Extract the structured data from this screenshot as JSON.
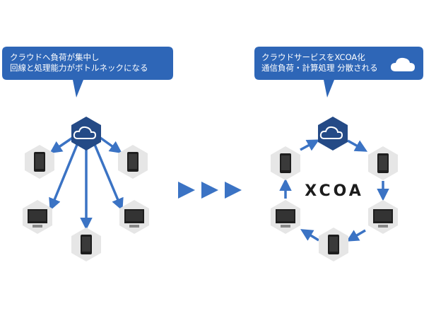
{
  "left_panel": {
    "callout_line1": "クラウドへ負荷が集中し",
    "callout_line2": "回線と処理能力がボトルネックになる"
  },
  "right_panel": {
    "callout_line1": "クラウドサービスをXCOA化",
    "callout_line2": "通信負荷・計算処理 分散される",
    "center_logo": "XCOA"
  },
  "colors": {
    "accent_blue": "#3b73c4",
    "hex_gray": "#e6e6e6",
    "cloud_hex": "#244a86"
  },
  "icons": [
    "cloud-icon",
    "smartphone-icon",
    "monitor-icon",
    "play-arrow-icon"
  ]
}
